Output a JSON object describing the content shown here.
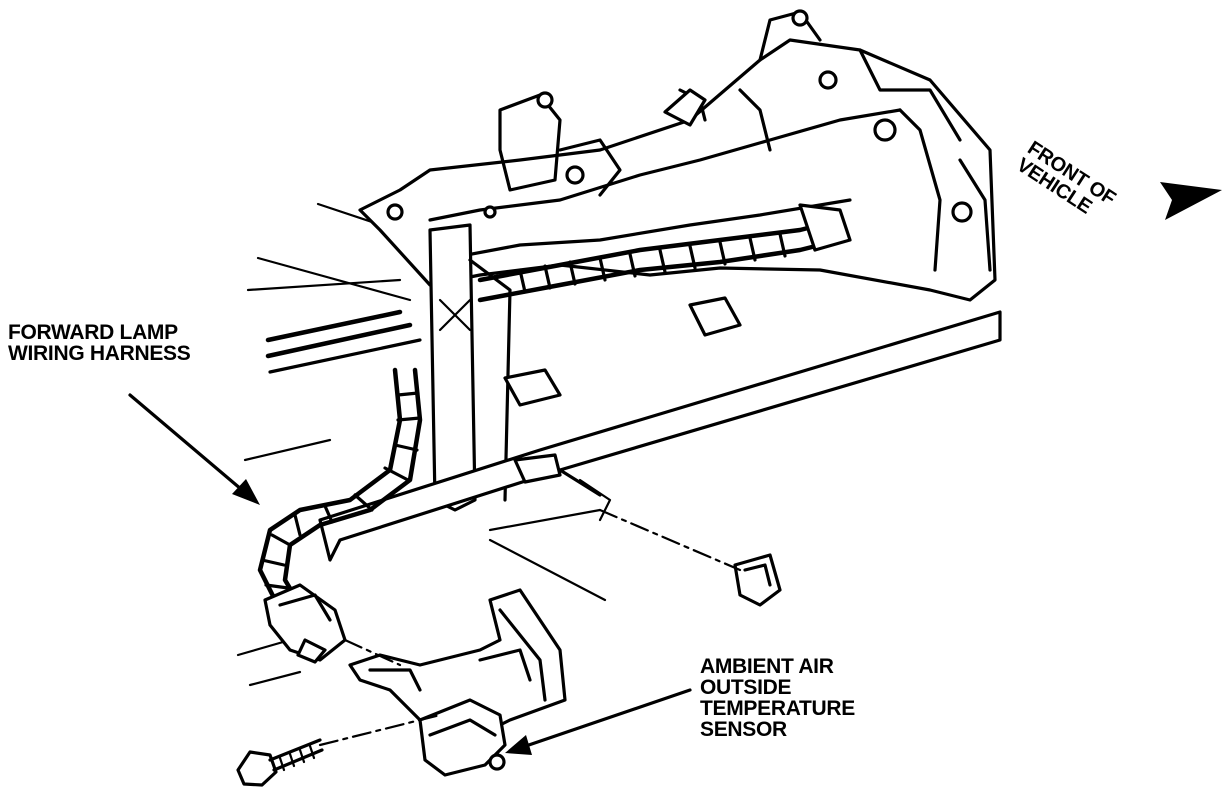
{
  "diagram": {
    "labels": {
      "harness": [
        "FORWARD LAMP",
        "WIRING HARNESS"
      ],
      "sensor": [
        "AMBIENT AIR",
        "OUTSIDE",
        "TEMPERATURE",
        "SENSOR"
      ],
      "front": [
        "FRONT OF",
        "VEHICLE"
      ]
    },
    "colors": {
      "ink": "#000000",
      "paper": "#ffffff"
    }
  }
}
